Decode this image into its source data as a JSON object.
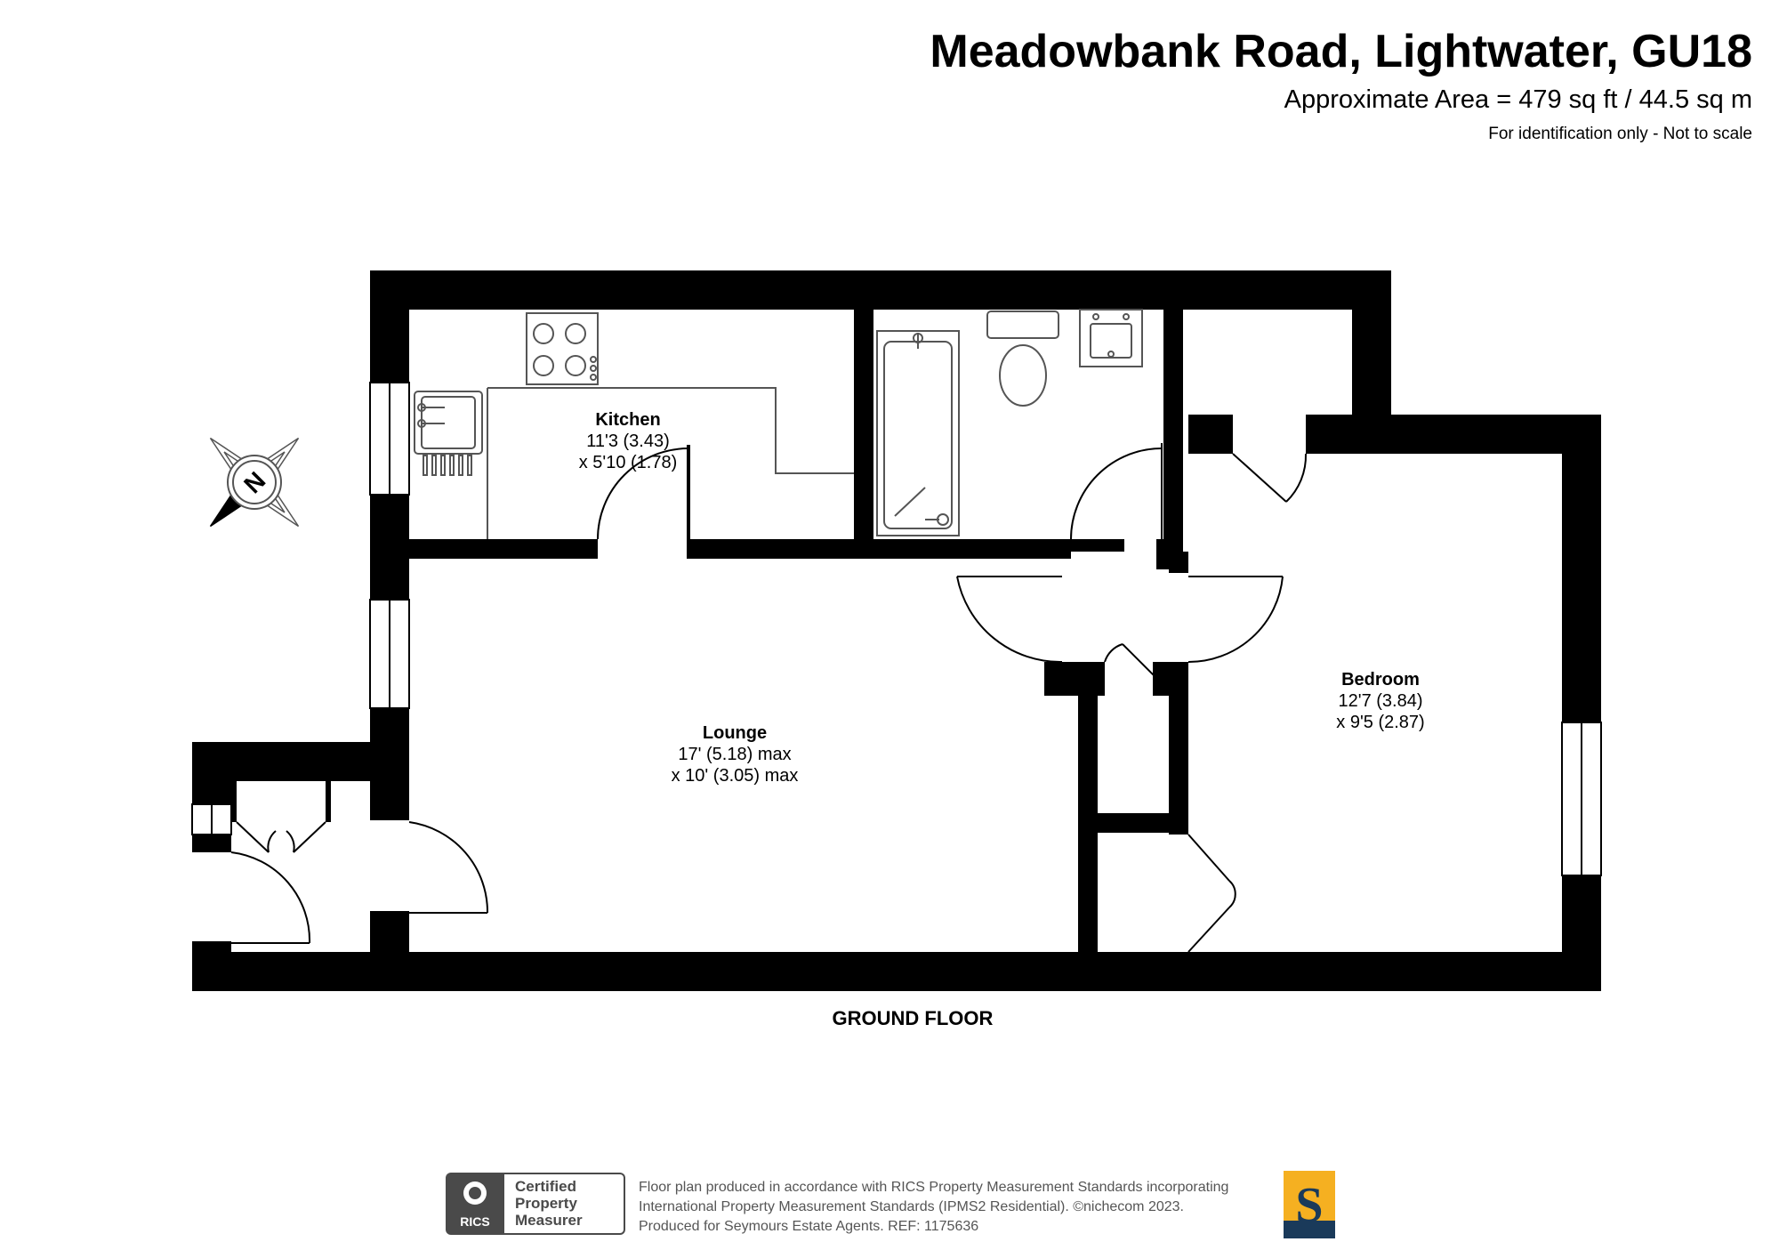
{
  "header": {
    "title": "Meadowbank Road, Lightwater, GU18",
    "area": "Approximate Area = 479 sq ft / 44.5 sq m",
    "disclaimer": "For identification only - Not to scale"
  },
  "compass": {
    "letter": "N"
  },
  "rooms": {
    "kitchen": {
      "name": "Kitchen",
      "dim1": "11'3 (3.43)",
      "dim2": "x 5'10 (1.78)"
    },
    "lounge": {
      "name": "Lounge",
      "dim1": "17' (5.18) max",
      "dim2": "x 10' (3.05) max"
    },
    "bedroom": {
      "name": "Bedroom",
      "dim1": "12'7 (3.84)",
      "dim2": "x 9'5 (2.87)"
    }
  },
  "floor_label": "GROUND FLOOR",
  "footer": {
    "line1": "Floor plan produced in accordance with RICS Property Measurement Standards incorporating",
    "line2": "International Property Measurement Standards (IPMS2 Residential).   ©nichecom 2023.",
    "line3": "Produced for Seymours Estate Agents.   REF:  1175636"
  },
  "rics_badge": {
    "word": "RICS",
    "line1": "Certified",
    "line2": "Property",
    "line3": "Measurer"
  },
  "agent_logo": {
    "letter": "S"
  },
  "colors": {
    "wall": "#000000",
    "fixture": "#555555",
    "rics": "#4a4a4a",
    "logo_gold": "#f5b021",
    "logo_navy": "#1a3a5a"
  }
}
